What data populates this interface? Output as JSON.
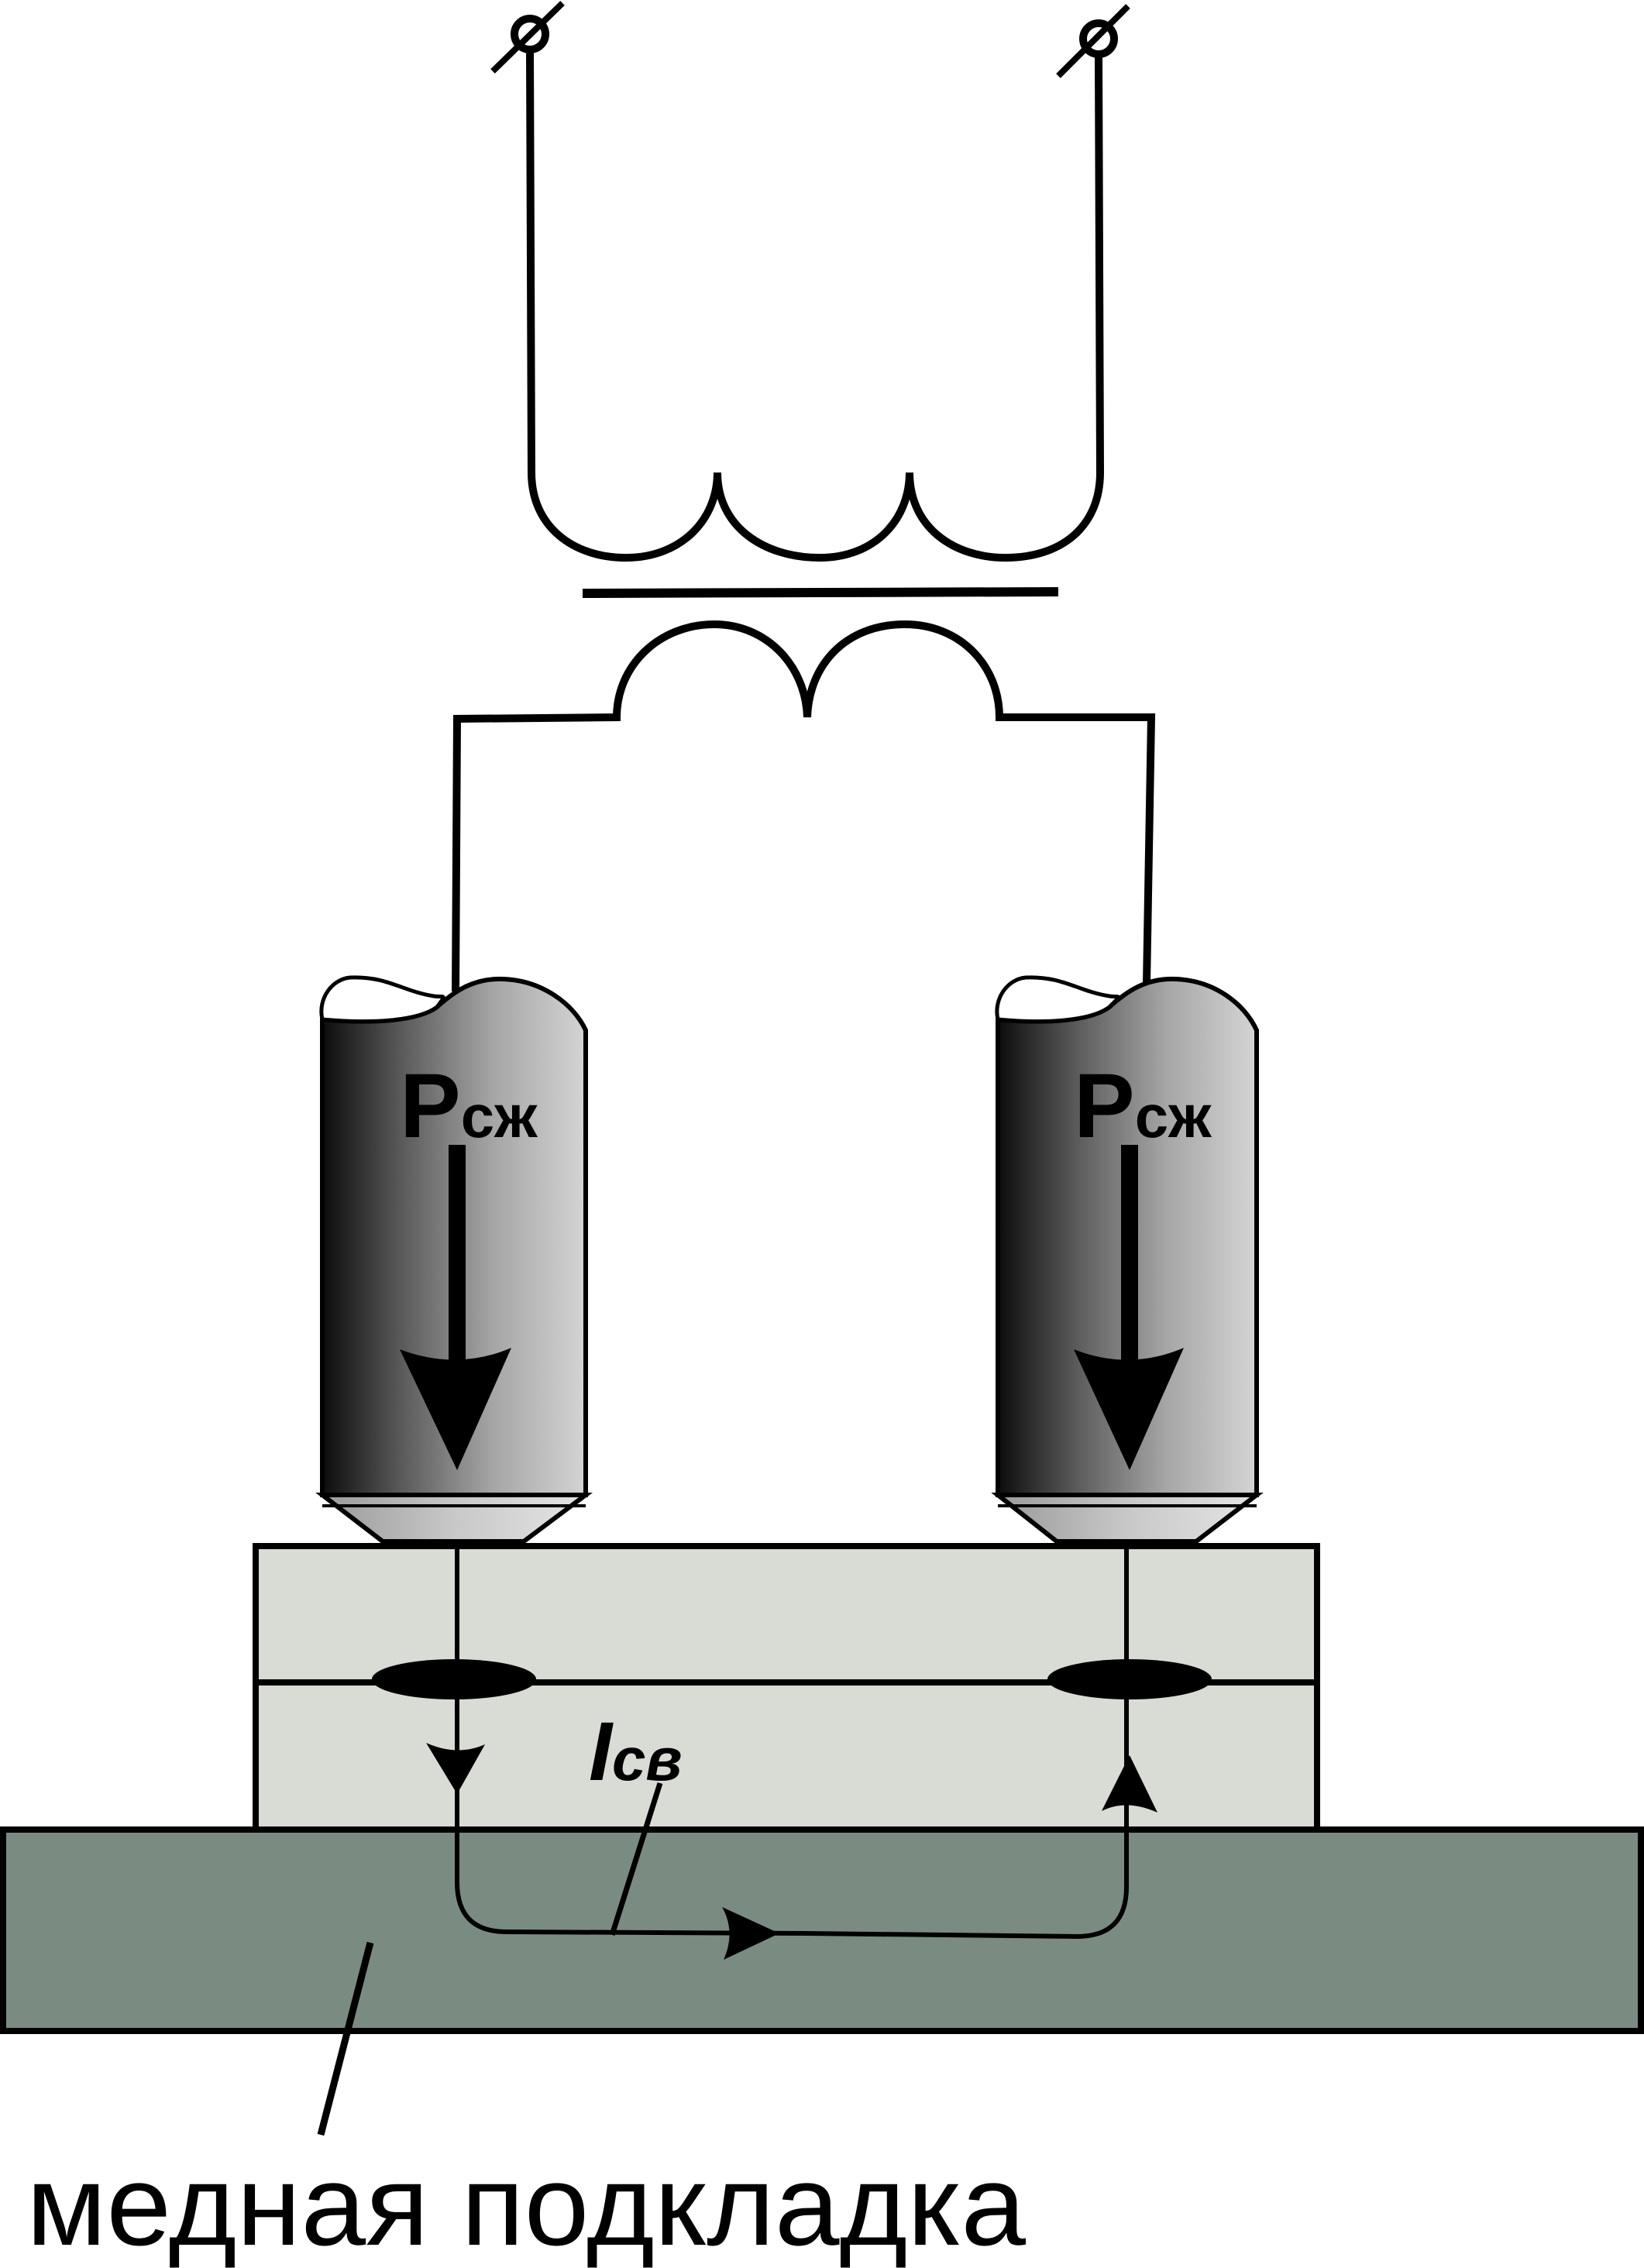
{
  "labels": {
    "force_left": {
      "main": "P",
      "sub": "сж"
    },
    "force_right": {
      "main": "P",
      "sub": "сж"
    },
    "current": {
      "main": "I",
      "sub": "св"
    },
    "caption": "медная подкладка"
  },
  "colors": {
    "line": "#000000",
    "plate": "#d9dbd5",
    "copper_pad": "#7a8c82",
    "electrode_dark": "#111111",
    "electrode_mid": "#8a8a8a",
    "electrode_light": "#d2d2d2",
    "electrode_tip": "#cfcfcf",
    "weld_nugget": "#000000"
  }
}
